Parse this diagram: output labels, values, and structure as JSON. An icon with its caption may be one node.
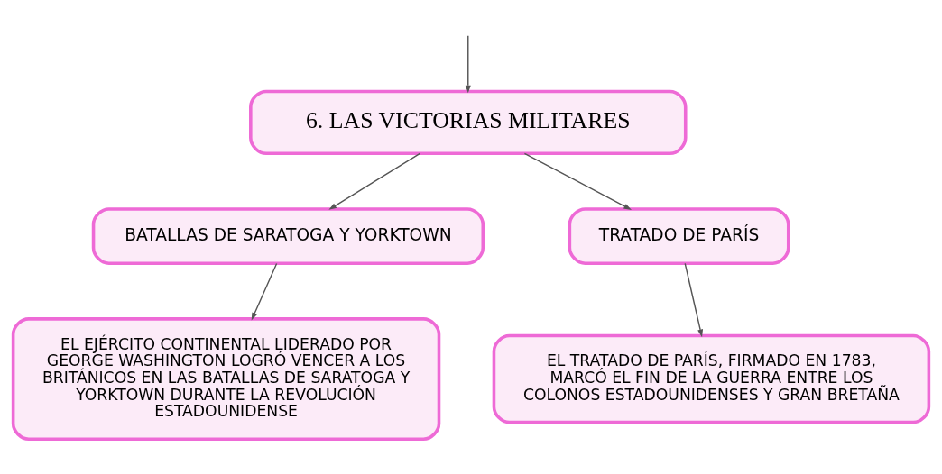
{
  "diagram": {
    "nodes": [
      {
        "text": [
          "6. LAS VICTORIAS MILITARES"
        ]
      },
      {
        "text": [
          "BATALLAS DE SARATOGA Y YORKTOWN"
        ]
      },
      {
        "text": [
          "TRATADO DE PARÍS"
        ]
      },
      {
        "text": [
          "EL EJÉRCITO CONTINENTAL LIDERADO POR GEORGE WASHINGTON LOGRÓ VENCER A LOS BRITÁNICOS EN LAS BATALLAS DE SARATOGA Y YORKTOWN DURANTE LA REVOLUCIÓN ESTADOUNIDENSE"
        ]
      },
      {
        "text": [
          "EL TRATADO DE PARÍS, FIRMADO EN 1783, MARCÓ EL FIN DE LA GUERRA ENTRE LOS COLONOS ESTADOUNIDENSES Y GRAN BRETAÑA"
        ]
      }
    ],
    "edges": [
      {
        "from": null,
        "to": 0,
        "arrow": "to"
      },
      {
        "from": 0,
        "to": 1,
        "arrow": "to"
      },
      {
        "from": 0,
        "to": 2,
        "arrow": "to"
      },
      {
        "from": 1,
        "to": 3,
        "arrow": "to"
      },
      {
        "from": 2,
        "to": 4,
        "arrow": "to"
      }
    ]
  }
}
